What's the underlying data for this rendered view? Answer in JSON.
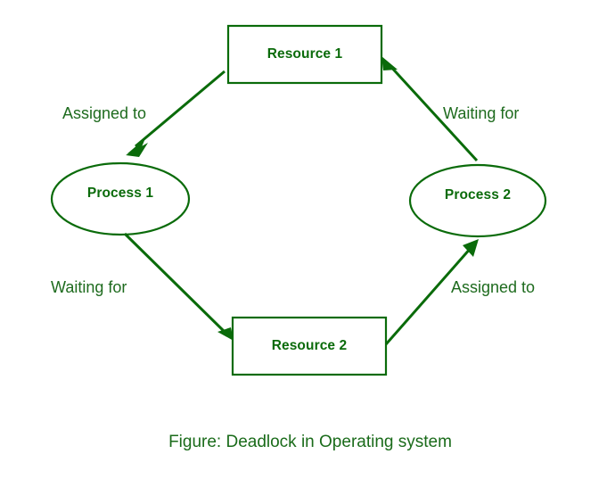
{
  "figure": {
    "caption": "Figure: Deadlock in Operating system",
    "background_color": "#ffffff",
    "stroke_color": "#0a6b0a",
    "text_color": "#0b6b0b"
  },
  "nodes": {
    "resource1": {
      "label": "Resource 1",
      "shape": "rectangle"
    },
    "resource2": {
      "label": "Resource 2",
      "shape": "rectangle"
    },
    "process1": {
      "label": "Process 1",
      "shape": "ellipse"
    },
    "process2": {
      "label": "Process 2",
      "shape": "ellipse"
    }
  },
  "edges": [
    {
      "id": "r1-to-p1",
      "label": "Assigned to",
      "from": "resource1",
      "to": "process1"
    },
    {
      "id": "p1-to-r2",
      "label": "Waiting for",
      "from": "process1",
      "to": "resource2"
    },
    {
      "id": "r2-to-p2",
      "label": "Assigned to",
      "from": "resource2",
      "to": "process2"
    },
    {
      "id": "p2-to-r1",
      "label": "Waiting for",
      "from": "process2",
      "to": "resource1"
    }
  ]
}
